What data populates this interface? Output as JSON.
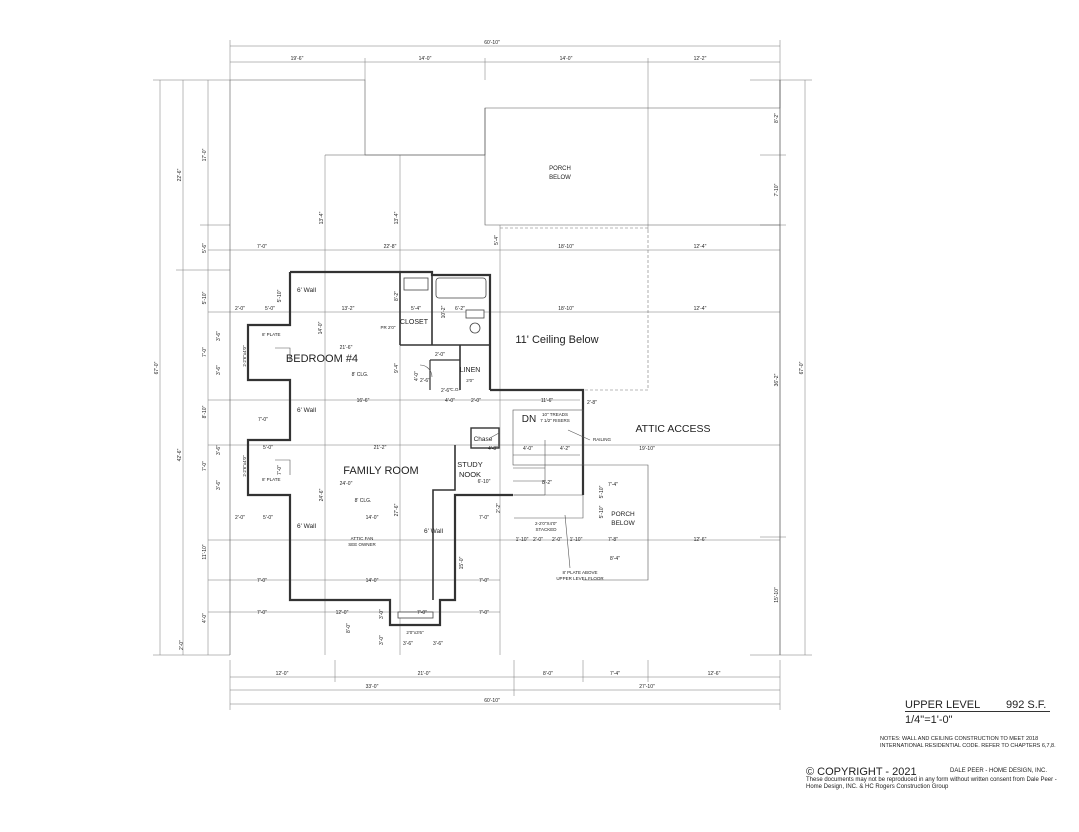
{
  "dimensions": {
    "top_overall": "60'-10\"",
    "top_segments": [
      "19'-6\"",
      "14'-0\"",
      "14'-0\"",
      "12'-2\""
    ],
    "bottom_segments": [
      "12'-0\"",
      "21'-0\"",
      "8'-0\"",
      "7'-4\"",
      "12'-6\""
    ],
    "bottom_sub": [
      "33'-0\"",
      "27'-10\""
    ],
    "bottom_overall": "60'-10\"",
    "left_outer": "67'-0\"",
    "left_upper": "22'-6\"",
    "left_lower": "42'-6\"",
    "left_inner": [
      "17'-0\"",
      "5'-6\"",
      "5'-10\"",
      "3'-6\"",
      "7'-0\"",
      "3'-6\"",
      "8'-10\"",
      "3'-6\"",
      "7'-0\"",
      "3'-6\"",
      "11'-10\"",
      "4'-0\"",
      "2'-0\""
    ],
    "right_outer": "67'-0\"",
    "right_inner": [
      "8'-2\"",
      "7'-10\"",
      "36'-2\"",
      "15'-10\""
    ],
    "row_a": [
      "7'-0\"",
      "22'-8\"",
      "18'-10\"",
      "12'-4\""
    ],
    "row_b": [
      "18'-10\"",
      "12'-4\""
    ],
    "vertical_13_4": [
      "13'-4\"",
      "13'-4\"",
      "5'-4\""
    ],
    "bedroom": [
      "2'-0\"",
      "5'-0\"",
      "13'-2\"",
      "5'-4\"",
      "6'-2\"",
      "10'-2\"",
      "21'-6\"",
      "14'-0\"",
      "5'-10\"",
      "8'-2\"",
      "9'-4\"",
      "4'-0\"",
      "2'-0\""
    ],
    "hall": [
      "16'-6\"",
      "4'-0\"",
      "2'-0\"",
      "11'-6\"",
      "2'-8\"",
      "2'-6\"",
      "2'-6\"",
      "7'-0\"",
      "19'-10\""
    ],
    "family": [
      "5'-0\"",
      "21'-2\"",
      "24'-0\"",
      "14'-0\"",
      "5'-0\"",
      "2'-0\"",
      "27'-6\"",
      "24'-6\"",
      "7'-0\"",
      "7'-0\"",
      "6'-10\"",
      "4'-8\"",
      "4'-0\"",
      "4'-2\"",
      "8'-2\"",
      "5'-10\"",
      "2'-2\""
    ],
    "lower": [
      "7'-0\"",
      "14'-0\"",
      "7'-0\"",
      "7'-0\"",
      "12'-0\"",
      "7'-0\"",
      "7'-0\"",
      "3'-6\"",
      "3'-6\"",
      "1'-10\"",
      "2'-0\"",
      "2'-0\"",
      "1'-10\"",
      "7'-8\"",
      "8'-4\"",
      "12'-6\"",
      "7'-4\"",
      "5'-10\"",
      "15'-0\"",
      "8'-0\"",
      "3'-0\"",
      "3'-0\""
    ]
  },
  "labels": {
    "porch_top": "PORCH\nBELOW",
    "porch_top_1": "PORCH",
    "porch_top_2": "BELOW",
    "ceiling_below": "11' Ceiling Below",
    "bedroom": "BEDROOM #4",
    "bedroom_clg": "8' CLG.",
    "closet": "CLOSET",
    "pr": "PR 2'0\"",
    "linen": "LINEN",
    "linen_dim": "2'0\"",
    "wall_6_a": "6' Wall",
    "wall_6_b": "6' Wall",
    "wall_6_c": "6' Wall",
    "wall_6_d": "6' Wall",
    "plate_a": "8' PLATE",
    "plate_b": "8' PLATE",
    "window_a": "2-2'6\"x4'0\"",
    "window_b": "2-2'6\"x4'0\"",
    "dn": "DN",
    "treads_1": "10\" TREADS",
    "treads_2": "7 1/2\" RISERS",
    "railing": "RAILING",
    "chase": "Chase",
    "attic_access": "ATTIC ACCESS",
    "family_room": "FAMILY ROOM",
    "family_clg": "8' CLG.",
    "study_1": "STUDY",
    "study_2": "NOOK",
    "attic_fan_1": "ATTIC FAN",
    "attic_fan_2": "SEE OWNER",
    "window_c": "2-2'0\"X4'0\"",
    "stacked": "STACKED",
    "porch_right_1": "PORCH",
    "porch_right_2": "BELOW",
    "plate_above_1": "8' PLATE ABOVE",
    "plate_above_2": "UPPER LEVEL FLOOR",
    "bay_window": "2'0\"x3'6\"",
    "linen_lbl": "C.O."
  },
  "title_block": {
    "level": "UPPER LEVEL",
    "square_feet": "992 S.F.",
    "scale": "1/4\"=1'-0\"",
    "notes": "NOTES: WALL AND CEILING CONSTRUCTION TO MEET 2018 INTERNATIONAL RESIDENTIAL CODE. REFER TO CHAPTERS 6,7,8.",
    "copyright": "© COPYRIGHT - 2021",
    "firm": "DALE PEER - HOME DESIGN, INC.",
    "legal": "These documents may not be reproduced in any form without written consent from Dale Peer - Home Design, INC. & HC Rogers Construction Group"
  }
}
